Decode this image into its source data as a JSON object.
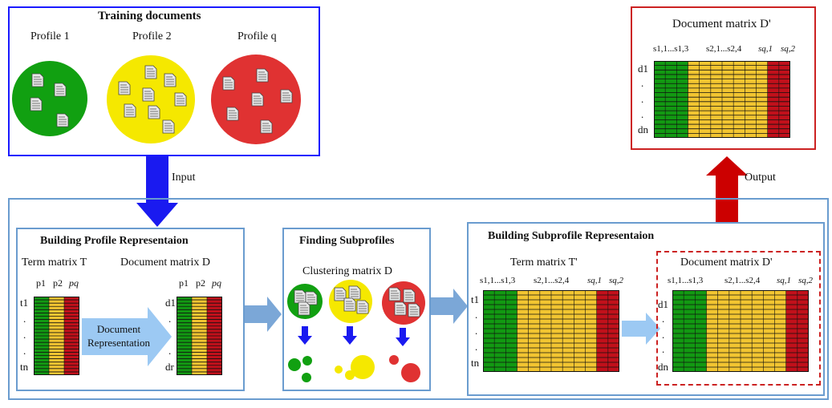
{
  "training": {
    "title": "Training documents",
    "profiles": [
      "Profile 1",
      "Profile 2",
      "Profile q"
    ],
    "colors": [
      "#11a011",
      "#f5e800",
      "#e03232"
    ]
  },
  "arrows": {
    "input_label": "Input",
    "output_label": "Output"
  },
  "output_box": {
    "title": "Document matrix D'",
    "col_labels": [
      "s1,1...s1,3",
      "s2,1...s2,4",
      "sq,1",
      "sq,2"
    ],
    "row_labels": [
      "d1",
      ".",
      ".",
      ".",
      "dn"
    ]
  },
  "building_profile": {
    "title": "Building Profile Representaion",
    "term_matrix_label": "Term matrix T",
    "doc_matrix_label": "Document matrix D",
    "col_labels": [
      "p1",
      "p2",
      "pq"
    ],
    "term_rows": [
      "t1",
      ".",
      ".",
      ".",
      "tn"
    ],
    "doc_rows": [
      "d1",
      ".",
      ".",
      ".",
      "dr"
    ],
    "arrow_label": "Document Representation"
  },
  "finding": {
    "title": "Finding Subprofiles",
    "clustering_label": "Clustering matrix D"
  },
  "building_subprofile": {
    "title": "Building Subprofile Representaion",
    "term_matrix_label": "Term matrix T'",
    "doc_matrix_label": "Document matrix D'",
    "col_labels": [
      "s1,1...s1,3",
      "s2,1...s2,4",
      "sq,1",
      "sq,2"
    ],
    "term_rows": [
      "t1",
      ".",
      ".",
      ".",
      "tn"
    ],
    "doc_rows": [
      "d1",
      ".",
      ".",
      ".",
      "dn"
    ]
  },
  "colors": {
    "blue_border": "#1a1aff",
    "red_border": "#cc2222",
    "panel_border": "#6a9ccf",
    "input_arrow": "#1a1af0",
    "output_arrow": "#cc0000",
    "flow_arrow": "#7ba7d7",
    "green": "#129912",
    "yellow": "#f2c531",
    "red": "#c1101b"
  }
}
